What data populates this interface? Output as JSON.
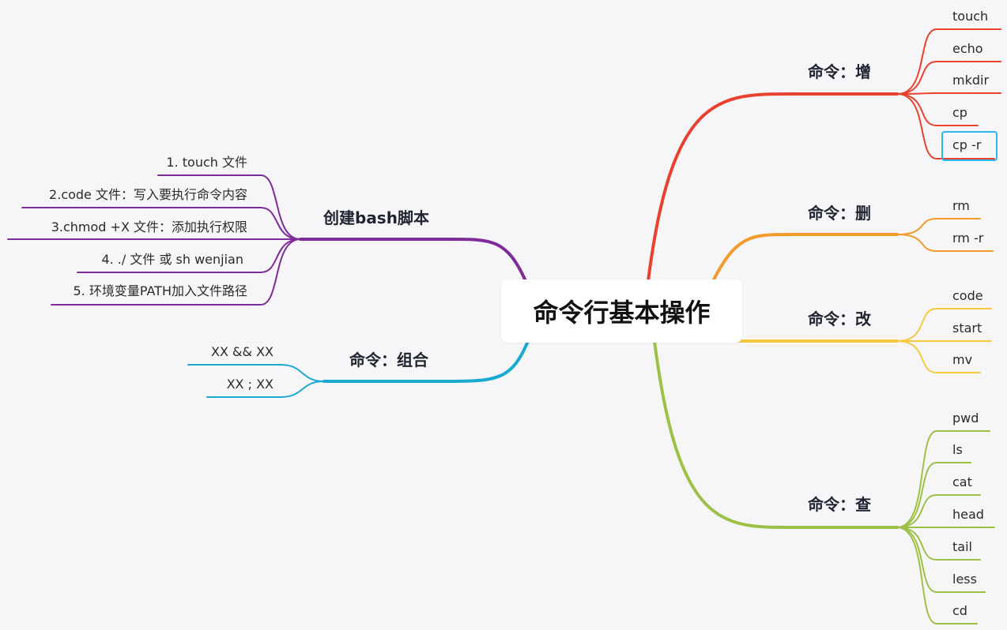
{
  "root": {
    "title": "命令行基本操作"
  },
  "branches": {
    "zeng": {
      "label": "命令：增",
      "color": "#e8412f",
      "items": [
        "touch",
        "echo",
        "mkdir",
        "cp",
        "cp  -r"
      ]
    },
    "shan": {
      "label": "命令：删",
      "color": "#f39a2d",
      "items": [
        "rm",
        "rm -r"
      ]
    },
    "gai": {
      "label": "命令：改",
      "color": "#f6c741",
      "items": [
        "code",
        "start",
        "mv"
      ]
    },
    "cha": {
      "label": "命令：查",
      "color": "#9dc146",
      "items": [
        "pwd",
        "ls",
        "cat",
        "head",
        "tail",
        "less",
        "cd"
      ]
    },
    "bash": {
      "label": "创建bash脚本",
      "color": "#7d2c98",
      "items": [
        "1. touch  文件",
        "2.code  文件：写入要执行命令内容",
        "3.chmod     +X      文件：添加执行权限",
        "4.   ./  文件 或  sh  wenjian",
        "5.  环境变量PATH加入文件路径"
      ]
    },
    "zuhe": {
      "label": "命令：组合",
      "color": "#1aa9d0",
      "items": [
        "XX   &&   XX",
        "XX    ;   XX"
      ]
    }
  }
}
